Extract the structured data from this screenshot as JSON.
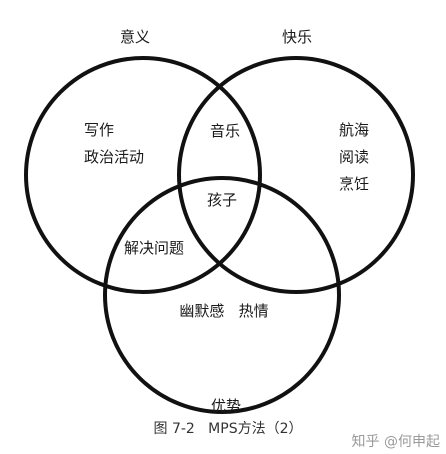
{
  "diagram": {
    "sets": {
      "meaning": "意义",
      "happiness": "快乐",
      "strength": "优势"
    },
    "regions": {
      "meaning_only_1": "写作",
      "meaning_only_2": "政治活动",
      "happiness_only_1": "航海",
      "happiness_only_2": "阅读",
      "happiness_only_3": "烹饪",
      "meaning_happiness": "音乐",
      "all_three": "孩子",
      "meaning_strength": "解决问题",
      "strength_only": "幽默感   热情"
    }
  },
  "caption": "图 7-2   MPS方法（2）",
  "watermark": "知乎 @何申起"
}
